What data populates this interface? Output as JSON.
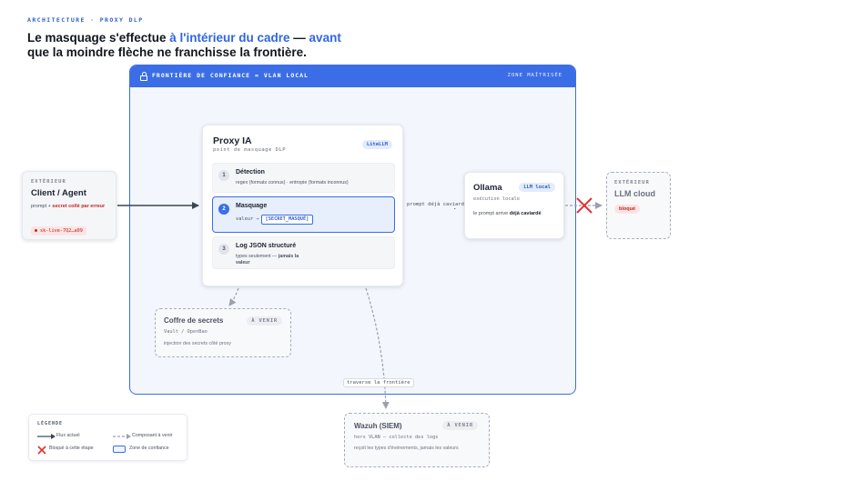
{
  "header": {
    "eyebrow": "ARCHITECTURE · PROXY DLP",
    "headline_part1": "Le masquage s'effectue ",
    "headline_highlight1": "à l'intérieur du cadre",
    "headline_part2": " — ",
    "headline_highlight2": "avant",
    "headline_part3": " que la moindre flèche ne franchisse la frontière."
  },
  "frame": {
    "title": "FRONTIÈRE DE CONFIANCE = VLAN LOCAL",
    "right_label": "ZONE MAÎTRISÉE",
    "accent_color": "#3b6ee6"
  },
  "client": {
    "tag": "EXTÉRIEUR",
    "name": "Client / Agent",
    "desc_prefix": "prompt + ",
    "desc_highlight": "secret collé par erreur",
    "secret_chip": "sk-live-7Q2…a09"
  },
  "proxy": {
    "name": "Proxy IA",
    "subtitle": "point de masquage DLP",
    "badge": "LiteLLM",
    "steps": [
      {
        "num": "1",
        "title": "Détection",
        "desc": "regex (formats connus) · entropie (formats inconnus)"
      },
      {
        "num": "2",
        "title": "Masquage",
        "desc_prefix": "valeur →",
        "mask": "[SECRET_MASQUÉ]"
      },
      {
        "num": "3",
        "title": "Log JSON structuré",
        "desc_prefix": "types seulement — ",
        "desc_bold": "jamais la valeur"
      }
    ]
  },
  "ollama": {
    "name": "Ollama",
    "badge": "LLM local",
    "subtitle": "exécution locale",
    "desc_prefix": "le prompt arrive ",
    "desc_bold": "déjà caviardé"
  },
  "cloud": {
    "tag": "EXTÉRIEUR",
    "name": "LLM cloud",
    "status": "bloqué"
  },
  "vault": {
    "name": "Coffre de secrets",
    "badge": "À VENIR",
    "subtitle": "Vault / OpenBao",
    "desc": "injection des secrets côté proxy"
  },
  "wazuh": {
    "name": "Wazuh (SIEM)",
    "badge": "À VENIR",
    "subtitle": "hors VLAN — collecte des logs",
    "desc": "reçoit les types d'événements, jamais les valeurs"
  },
  "edges": {
    "proxy_to_ollama": "prompt déjà caviardé",
    "proxy_to_wazuh": "traverse la frontière"
  },
  "legend": {
    "title": "LÉGENDE",
    "flow": "Flux actuel",
    "future": "Composant à venir",
    "blocked": "Bloqué à cette étape",
    "zone": "Zone de confiance"
  }
}
